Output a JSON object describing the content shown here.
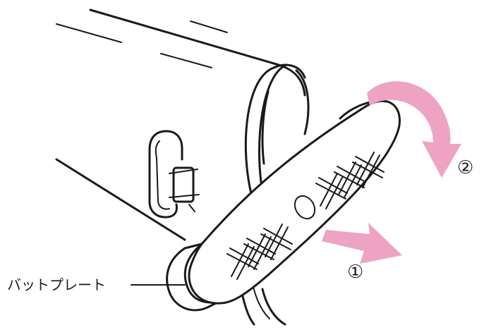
{
  "diagram": {
    "part_label": "バットプレート",
    "step_rotate": "②",
    "step_pull": "①",
    "engraving": "XXX●XX",
    "arrow_color": "#eea3c2",
    "line_color": "#1a1a1a"
  }
}
